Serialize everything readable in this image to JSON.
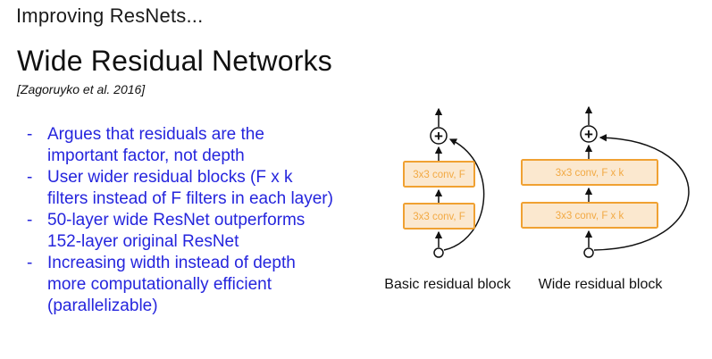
{
  "slide": {
    "kicker": "Improving ResNets...",
    "title": "Wide Residual Networks",
    "citation": "[Zagoruyko et al. 2016]",
    "bullet_marker": "-",
    "bullets": [
      {
        "lines": [
          "Argues that residuals are the",
          "important factor, not depth"
        ]
      },
      {
        "lines": [
          "User wider residual blocks (F x k",
          "filters instead of F filters in each layer)"
        ]
      },
      {
        "lines": [
          "50-layer wide ResNet outperforms",
          "152-layer original ResNet"
        ]
      },
      {
        "lines": [
          "Increasing width instead of depth",
          "more computationally efficient",
          "(parallelizable)"
        ]
      }
    ],
    "diagram": {
      "plus_symbol": "+",
      "basic": {
        "conv1": "3x3 conv, F",
        "conv2": "3x3 conv, F",
        "caption": "Basic residual block"
      },
      "wide": {
        "conv1": "3x3 conv, F x k",
        "conv2": "3x3 conv, F x k",
        "caption": "Wide residual block"
      }
    },
    "colors": {
      "bullet_text": "#2525dd",
      "box_border": "#f0a132",
      "box_fill": "#fbe8cf",
      "box_text": "#f2a943",
      "line": "#111111",
      "background": "#ffffff"
    }
  }
}
